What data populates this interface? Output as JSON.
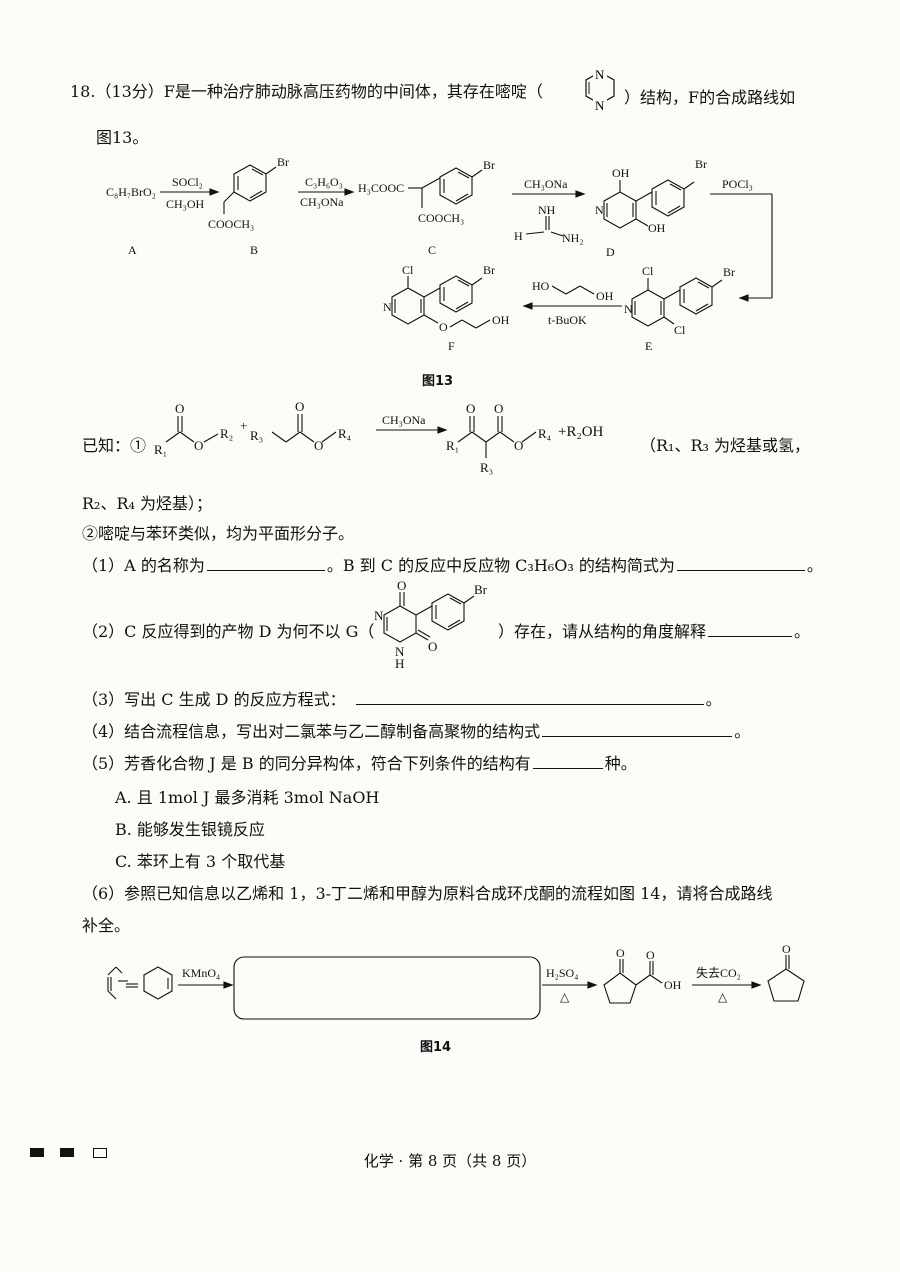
{
  "question": {
    "intro_a": "18.（13分）F是一种治疗肺动脉高压药物的中间体，其存在嘧啶（",
    "intro_b": "）结构，F的合成路线如",
    "intro_c": "图13。",
    "pyrimidine_atoms": [
      "N",
      "N"
    ]
  },
  "scheme13": {
    "A_formula": "C₈H₇BrO₂",
    "arrow1_top": "SOCl₂",
    "arrow1_bottom": "CH₃OH",
    "B_group": "COOCH₃",
    "arrow2_top": "C₃H₆O₃",
    "arrow2_bottom": "CH₃ONa",
    "C_left": "H₃COOC",
    "C_bottom": "COOCH₃",
    "arrow3_top": "CH₃ONa",
    "amidine_nh": "NH",
    "amidine_h": "H",
    "amidine_nh2": "NH₂",
    "D_oh": "OH",
    "arrow4": "POCl₃",
    "arrow5_reagent": "HO",
    "arrow5_reagent_end": "OH",
    "arrow5_bottom": "t-BuOK",
    "Cl": "Cl",
    "Br": "Br",
    "N": "N",
    "F_oh": "OH",
    "O": "O",
    "labels": [
      "A",
      "B",
      "C",
      "D",
      "E",
      "F"
    ],
    "caption": "图13"
  },
  "known": {
    "prefix": "已知：①",
    "R1": "R₁",
    "R2": "R₂",
    "R3": "R₃",
    "R4": "R₄",
    "plus": "+",
    "reagent": "CH₃ONa",
    "byproduct": "+R₂OH",
    "note_a": "（R₁、R₃ 为烃基或氢，",
    "note_b": "R₂、R₄ 为烃基）；",
    "note2": "②嘧啶与苯环类似，均为平面形分子。"
  },
  "parts": {
    "p1_a": "（1）A 的名称为",
    "p1_b": "。B 到 C 的反应中反应物 C₃H₆O₃ 的结构简式为",
    "p1_c": "。",
    "p2_a": "（2）C 反应得到的产物 D 为何不以 G（",
    "p2_b": "）存在，请从结构的角度解释",
    "p2_c": "。",
    "G_nh": "H",
    "p3": "（3）写出 C 生成 D 的反应方程式：",
    "p3_end": "。",
    "p4": "（4）结合流程信息，写出对二氯苯与乙二醇制备高聚物的结构式",
    "p4_end": "。",
    "p5_a": "（5）芳香化合物 J 是 B 的同分异构体，符合下列条件的结构有",
    "p5_b": "种。",
    "p5_A": "A. 且 1mol J 最多消耗 3mol NaOH",
    "p5_B": "B. 能够发生银镜反应",
    "p5_C": "C. 苯环上有 3 个取代基",
    "p6_a": "（6）参照已知信息以乙烯和 1，3-丁二烯和甲醇为原料合成环戊酮的流程如图 14，请将合成路线",
    "p6_b": "补全。"
  },
  "scheme14": {
    "arrow1": "KMnO₄",
    "arrow2_top": "H₂SO₄",
    "arrow2_bottom": "△",
    "oh": "OH",
    "arrow3_top": "失去CO₂",
    "arrow3_bottom": "△",
    "O": "O",
    "caption": "图14"
  },
  "footer": "化学 · 第 8 页（共 8 页）"
}
